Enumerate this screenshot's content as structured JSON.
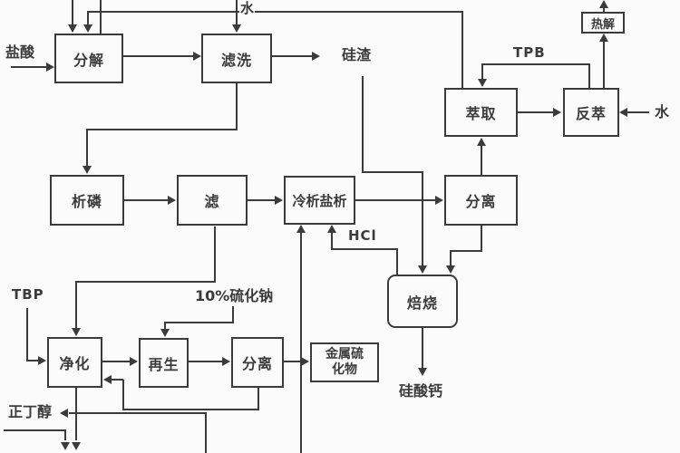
{
  "nodes": {
    "decompose": {
      "label": "分解"
    },
    "filter_wash": {
      "label": "滤洗"
    },
    "pyrolysis": {
      "label": "热解"
    },
    "extraction": {
      "label": "萃取"
    },
    "back_extraction": {
      "label": "反萃"
    },
    "p_precipitation": {
      "label": "析磷"
    },
    "filter": {
      "label": "滤"
    },
    "cold_salting_out": {
      "label": "冷析盐析"
    },
    "separation_upper": {
      "label": "分离"
    },
    "roasting": {
      "label": "焙烧"
    },
    "purification": {
      "label": "净化"
    },
    "regeneration": {
      "label": "再生"
    },
    "separation_lower": {
      "label": "分离"
    },
    "metal_sulfide": {
      "lines": [
        "金属硫",
        "化物"
      ]
    }
  },
  "stream_labels": {
    "hydrochloric_acid": "盐酸",
    "water_top": "水",
    "silicon_residue": "硅渣",
    "tpb": "TPB",
    "water_right": "水",
    "hcl": "HCl",
    "tbp": "TBP",
    "sodium_sulfide_10": "10%硫化钠",
    "calcium_silicate": "硅酸钙",
    "n_butanol": "正丁醇"
  },
  "colors": {
    "line": "#3b3b3b",
    "background": "#fbfbfb"
  }
}
